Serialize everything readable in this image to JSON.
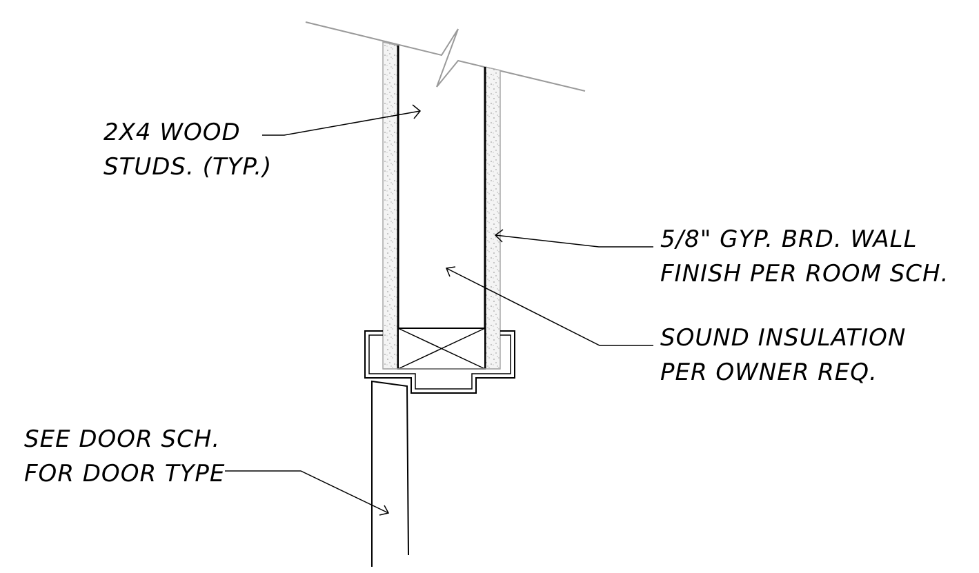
{
  "notes": {
    "studs": [
      "2X4 WOOD",
      "STUDS. (TYP.)"
    ],
    "gypsum": [
      "5/8\" GYP. BRD. WALL",
      "FINISH PER ROOM SCH."
    ],
    "insulation": [
      "SOUND INSULATION",
      "PER OWNER REQ."
    ],
    "door": [
      "SEE DOOR SCH.",
      "FOR DOOR TYPE"
    ]
  },
  "colors": {
    "line": "#000000",
    "break_line": "#9a9a9a",
    "gypsum_fill": "#f3f3f3",
    "gypsum_dots": "#8c8c8c"
  }
}
